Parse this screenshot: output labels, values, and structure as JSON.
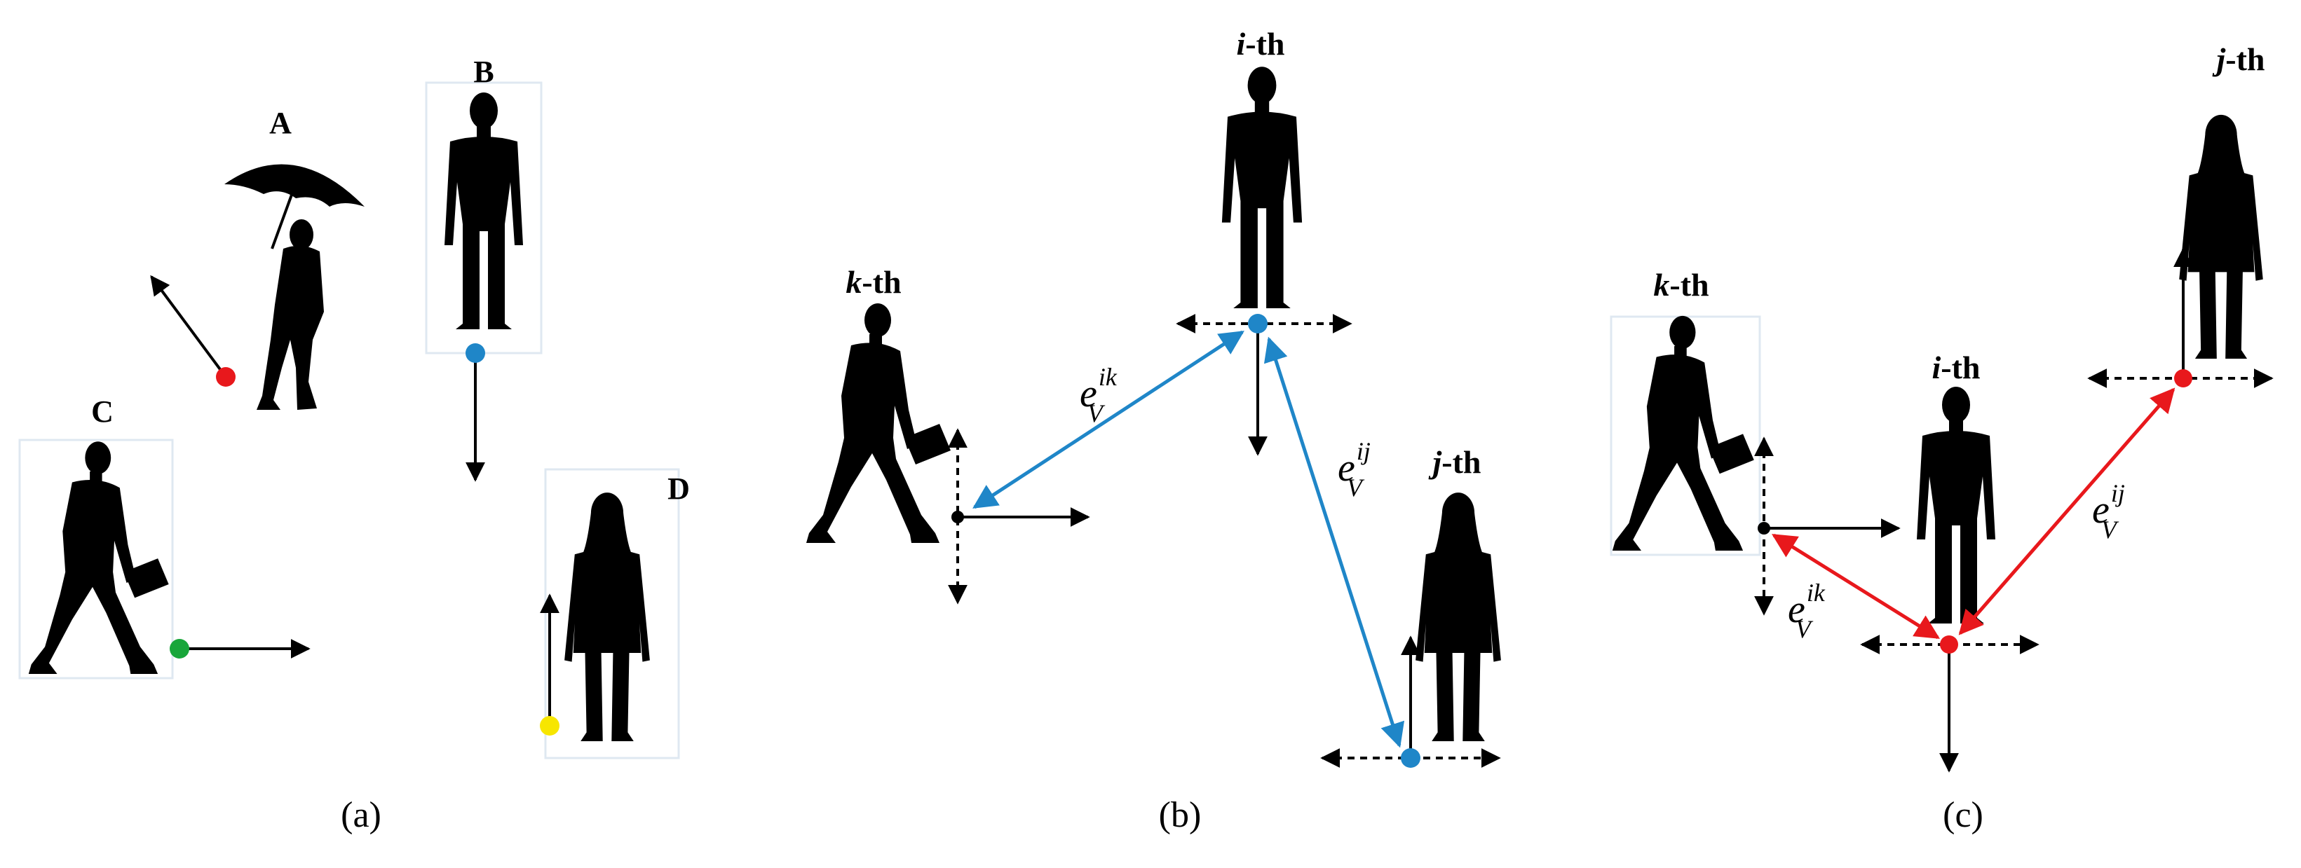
{
  "colors": {
    "blue": "#1f86c8",
    "red": "#e8181c",
    "green": "#18a63a",
    "yellow": "#f7e600",
    "black": "#000000"
  },
  "panels": [
    {
      "id": "a",
      "caption": "(a)"
    },
    {
      "id": "b",
      "caption": "(b)"
    },
    {
      "id": "c",
      "caption": "(c)"
    }
  ],
  "panel_a": {
    "person_labels": {
      "A": "A",
      "B": "B",
      "C": "C",
      "D": "D"
    }
  },
  "ordinals": {
    "i": "i",
    "j": "j",
    "k": "k",
    "suffix": "-th"
  },
  "edge": {
    "symbol": "e",
    "sub": "V",
    "sup_ik": "ik",
    "sup_ij": "ij"
  }
}
